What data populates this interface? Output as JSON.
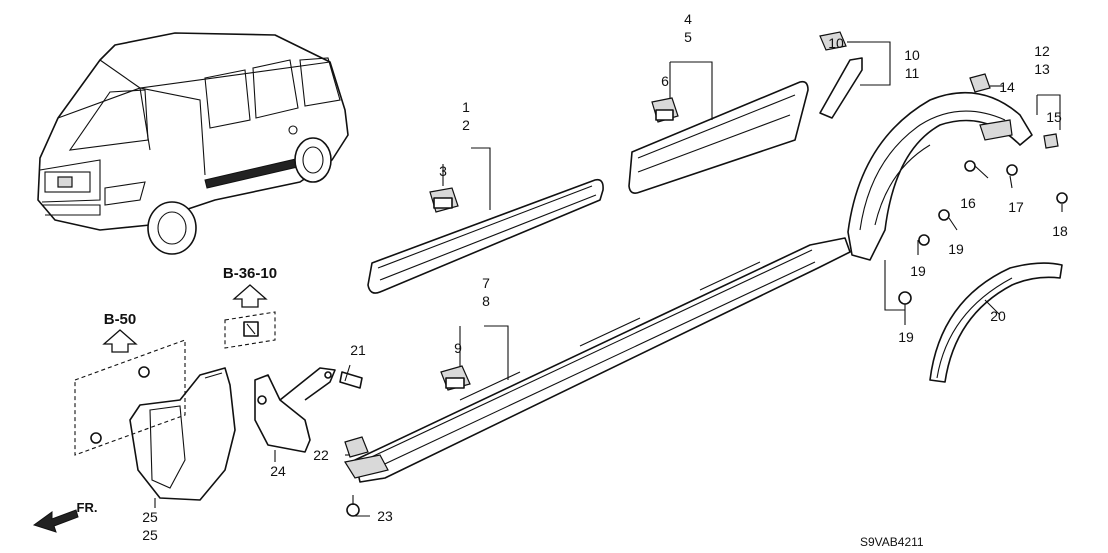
{
  "diagram": {
    "code": "S9VAB4211",
    "front_label": "FR.",
    "references": [
      "B-50",
      "B-36-10"
    ],
    "callouts": [
      {
        "id": "c1",
        "text": "1"
      },
      {
        "id": "c2",
        "text": "2"
      },
      {
        "id": "c3",
        "text": "3"
      },
      {
        "id": "c4",
        "text": "4"
      },
      {
        "id": "c5",
        "text": "5"
      },
      {
        "id": "c6",
        "text": "6"
      },
      {
        "id": "c7",
        "text": "7"
      },
      {
        "id": "c8",
        "text": "8"
      },
      {
        "id": "c9",
        "text": "9"
      },
      {
        "id": "c10a",
        "text": "10"
      },
      {
        "id": "c10b",
        "text": "10"
      },
      {
        "id": "c11",
        "text": "11"
      },
      {
        "id": "c12",
        "text": "12"
      },
      {
        "id": "c13",
        "text": "13"
      },
      {
        "id": "c14",
        "text": "14"
      },
      {
        "id": "c15",
        "text": "15"
      },
      {
        "id": "c16",
        "text": "16"
      },
      {
        "id": "c17",
        "text": "17"
      },
      {
        "id": "c18",
        "text": "18"
      },
      {
        "id": "c19a",
        "text": "19"
      },
      {
        "id": "c19b",
        "text": "19"
      },
      {
        "id": "c19c",
        "text": "19"
      },
      {
        "id": "c20",
        "text": "20"
      },
      {
        "id": "c21",
        "text": "21"
      },
      {
        "id": "c22",
        "text": "22"
      },
      {
        "id": "c23",
        "text": "23"
      },
      {
        "id": "c24",
        "text": "24"
      },
      {
        "id": "c25a",
        "text": "25"
      },
      {
        "id": "c25b",
        "text": "25"
      }
    ]
  }
}
